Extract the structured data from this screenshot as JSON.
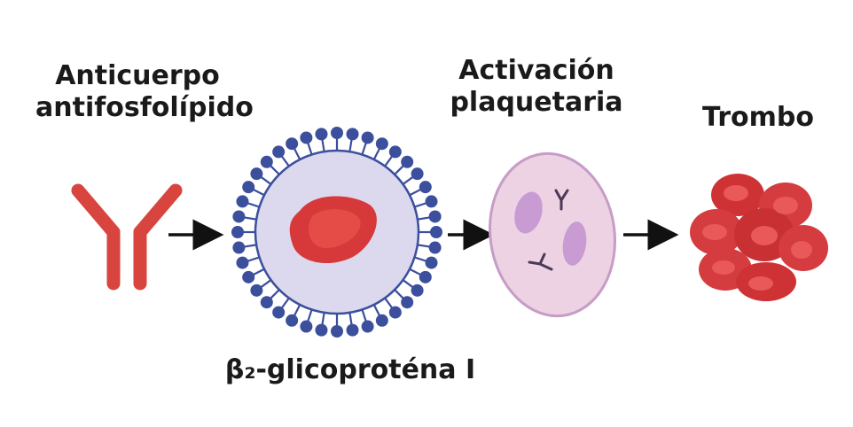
{
  "labels": {
    "antibody_line1": "Anticuerpo",
    "antibody_line2": "antifosfolípido",
    "platelet_line1": "Activación",
    "platelet_line2": "plaquetaria",
    "thrombus": "Trombo",
    "b2gpi": "β₂-glicoproténa I"
  },
  "colors": {
    "antibody": "#d8453f",
    "vesicle_fill": "#dcd9ee",
    "lipid_heads": "#3b4f9c",
    "cell_core": "#d7383a",
    "platelet_fill": "#ecd2e3",
    "platelet_granule": "#c99bd3",
    "thrombus": "#d43c3f",
    "arrow": "#111111"
  },
  "icons": [
    "antibody-icon",
    "vesicle-icon",
    "platelet-icon",
    "thrombus-icon",
    "arrow-icon"
  ]
}
